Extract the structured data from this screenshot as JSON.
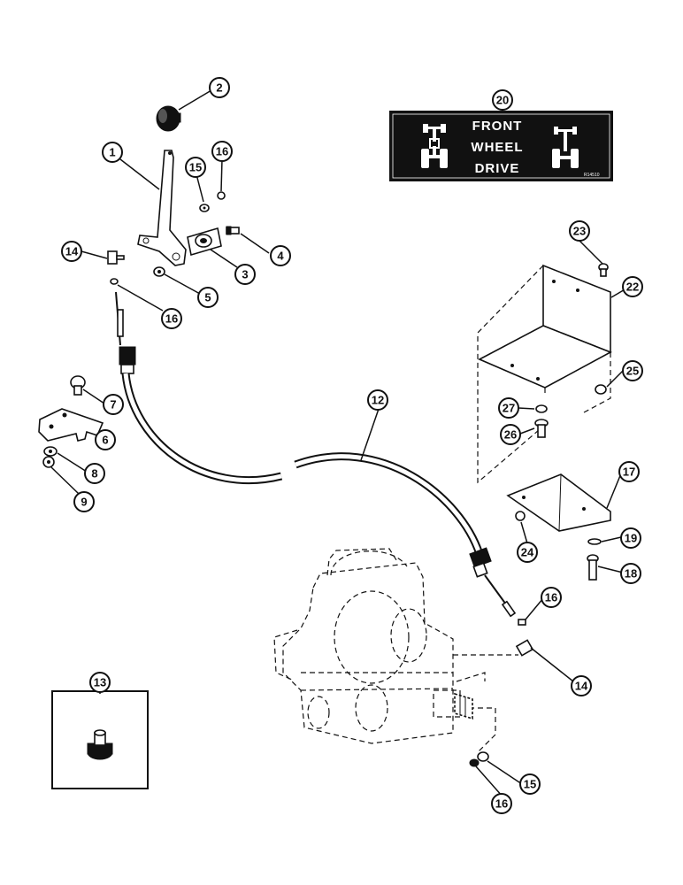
{
  "decal": {
    "line1": "FRONT",
    "line2": "WHEEL",
    "line3": "DRIVE",
    "code": "R14510"
  },
  "callouts": {
    "c1": "1",
    "c2": "2",
    "c3": "3",
    "c4": "4",
    "c5": "5",
    "c6": "6",
    "c7": "7",
    "c8": "8",
    "c9": "9",
    "c12": "12",
    "c13": "13",
    "c14a": "14",
    "c14b": "14",
    "c15a": "15",
    "c15b": "15",
    "c16a": "16",
    "c16b": "16",
    "c16c": "16",
    "c16d": "16",
    "c17": "17",
    "c18": "18",
    "c19": "19",
    "c20": "20",
    "c22": "22",
    "c23": "23",
    "c24": "24",
    "c25": "25",
    "c26": "26",
    "c27": "27"
  },
  "colors": {
    "ink": "#111111",
    "paper": "#ffffff"
  }
}
